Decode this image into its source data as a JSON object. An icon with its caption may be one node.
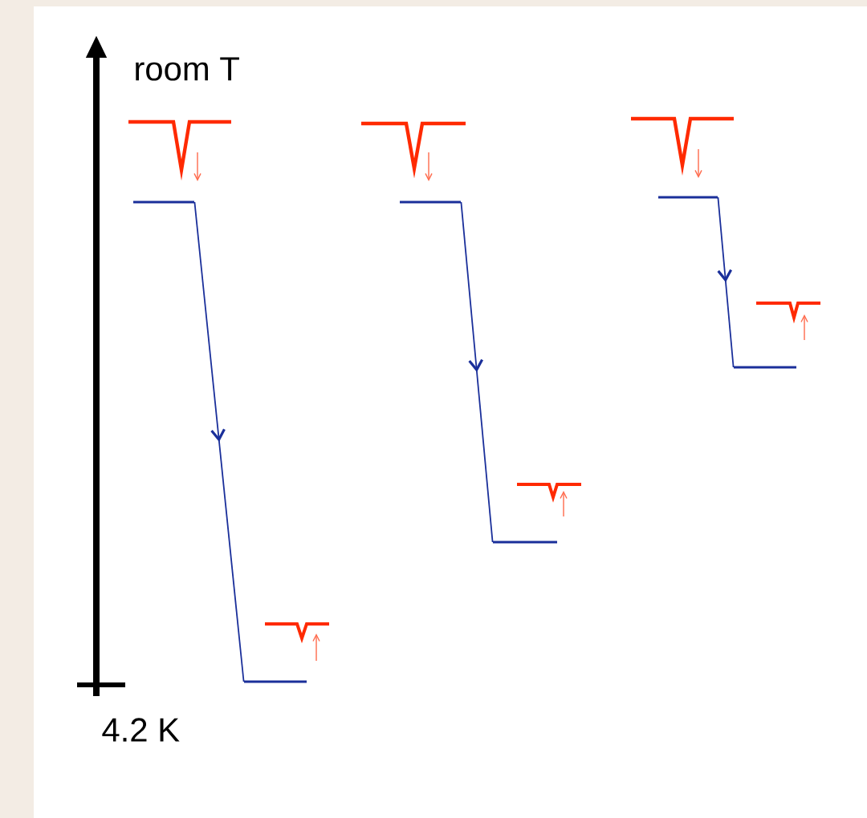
{
  "diagram": {
    "nodes": [
      {
        "text": [],
        "shape": "bar"
      },
      {
        "text": [],
        "shape": "bar"
      },
      {
        "text": [],
        "shape": "bar"
      },
      {
        "text": [],
        "shape": "bar"
      },
      {
        "text": [],
        "shape": "bar"
      },
      {
        "text": [],
        "shape": "bar"
      }
    ],
    "edges": [
      {
        "from": 0,
        "to": 1,
        "arrow": "to"
      },
      {
        "from": 2,
        "to": 3,
        "arrow": "to"
      },
      {
        "from": 4,
        "to": 5,
        "arrow": "to"
      }
    ],
    "labels": [
      "room T",
      "4.2 K"
    ]
  }
}
